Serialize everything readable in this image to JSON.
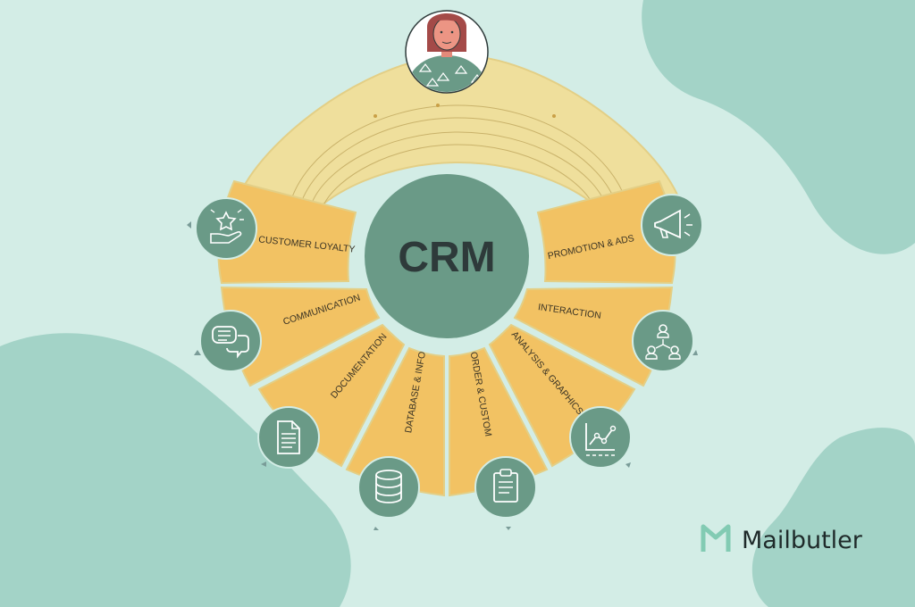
{
  "center": {
    "label": "CRM"
  },
  "segments": [
    {
      "id": "customer-loyalty",
      "label": "CUSTOMER LOYALTY",
      "icon": "hand-star-icon"
    },
    {
      "id": "communication",
      "label": "COMMUNICATION",
      "icon": "chat-bubbles-icon"
    },
    {
      "id": "documentation",
      "label": "DOCUMENTATION",
      "icon": "document-icon"
    },
    {
      "id": "database-info",
      "label": "DATABASE & INFO",
      "icon": "database-icon"
    },
    {
      "id": "order-custom",
      "label": "ORDER & CUSTOM",
      "icon": "clipboard-icon"
    },
    {
      "id": "analysis-graphics",
      "label": "ANALYSIS & GRAPHICS",
      "icon": "line-chart-icon"
    },
    {
      "id": "interaction",
      "label": "INTERACTION",
      "icon": "people-network-icon"
    },
    {
      "id": "promotion-ads",
      "label": "PROMOTION & ADS",
      "icon": "megaphone-icon"
    }
  ],
  "brand": {
    "name": "Mailbutler",
    "logo_icon": "mailbutler-m-logo"
  },
  "avatar": {
    "icon": "person-avatar-icon"
  },
  "colors": {
    "background": "#d3ede6",
    "blob": "#a3d3c7",
    "outer_ring": "#efdf9c",
    "segment": "#f2c263",
    "segment_stroke": "#e3cf86",
    "icon_circle": "#6a9a87",
    "center": "#6a9a87",
    "center_text": "#2e3a3a",
    "segment_text": "#3a3324",
    "brand_logo": "#82cbb3",
    "brand_text": "#1f2a2a"
  }
}
